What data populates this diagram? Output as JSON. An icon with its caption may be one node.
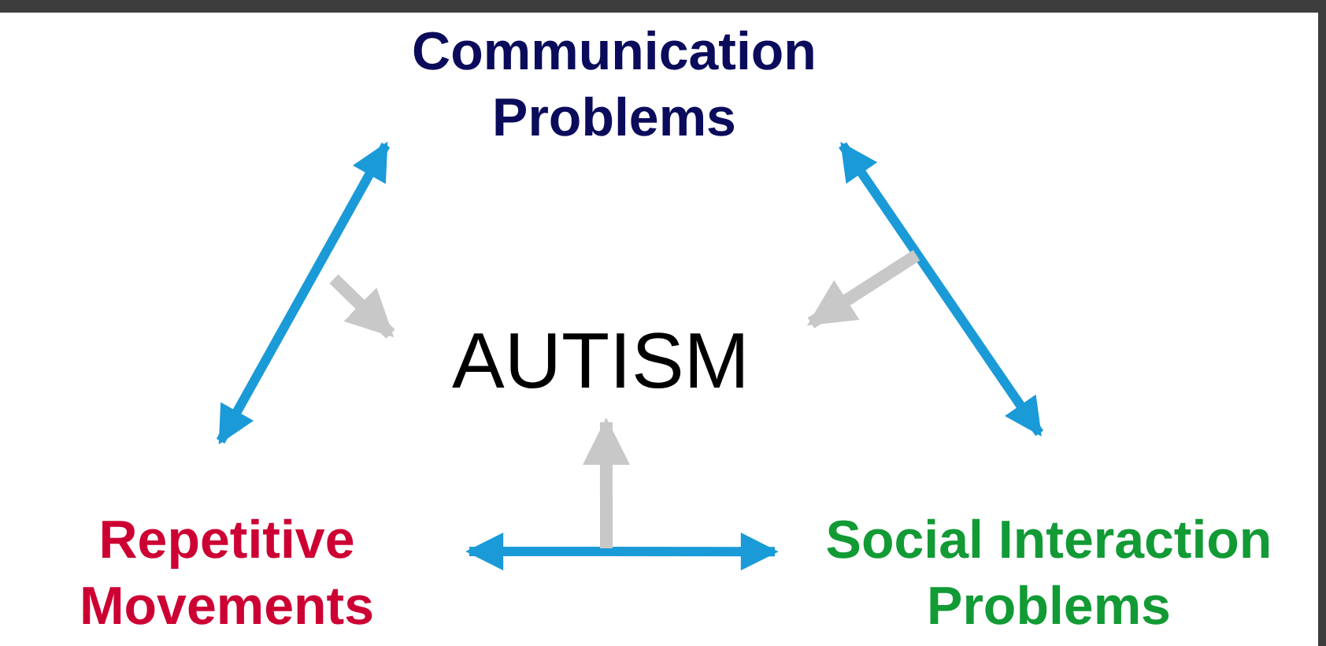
{
  "diagram": {
    "nodes": [
      {
        "text": [
          "Communication Problems"
        ]
      },
      {
        "text": [
          "AUTISM"
        ]
      },
      {
        "text": [
          "Repetitive Movements"
        ]
      },
      {
        "text": [
          "Social Interaction Problems"
        ]
      }
    ],
    "edges": [
      {
        "from": 0,
        "to": 2,
        "arrow": "both"
      },
      {
        "from": 0,
        "to": 3,
        "arrow": "both"
      },
      {
        "from": 2,
        "to": 3,
        "arrow": "both"
      },
      {
        "from": null,
        "to": 1,
        "arrow": "to",
        "color": "#c8c8c8"
      },
      {
        "from": null,
        "to": 1,
        "arrow": "to",
        "color": "#c8c8c8"
      },
      {
        "from": null,
        "to": 1,
        "arrow": "to",
        "color": "#c8c8c8"
      }
    ]
  }
}
